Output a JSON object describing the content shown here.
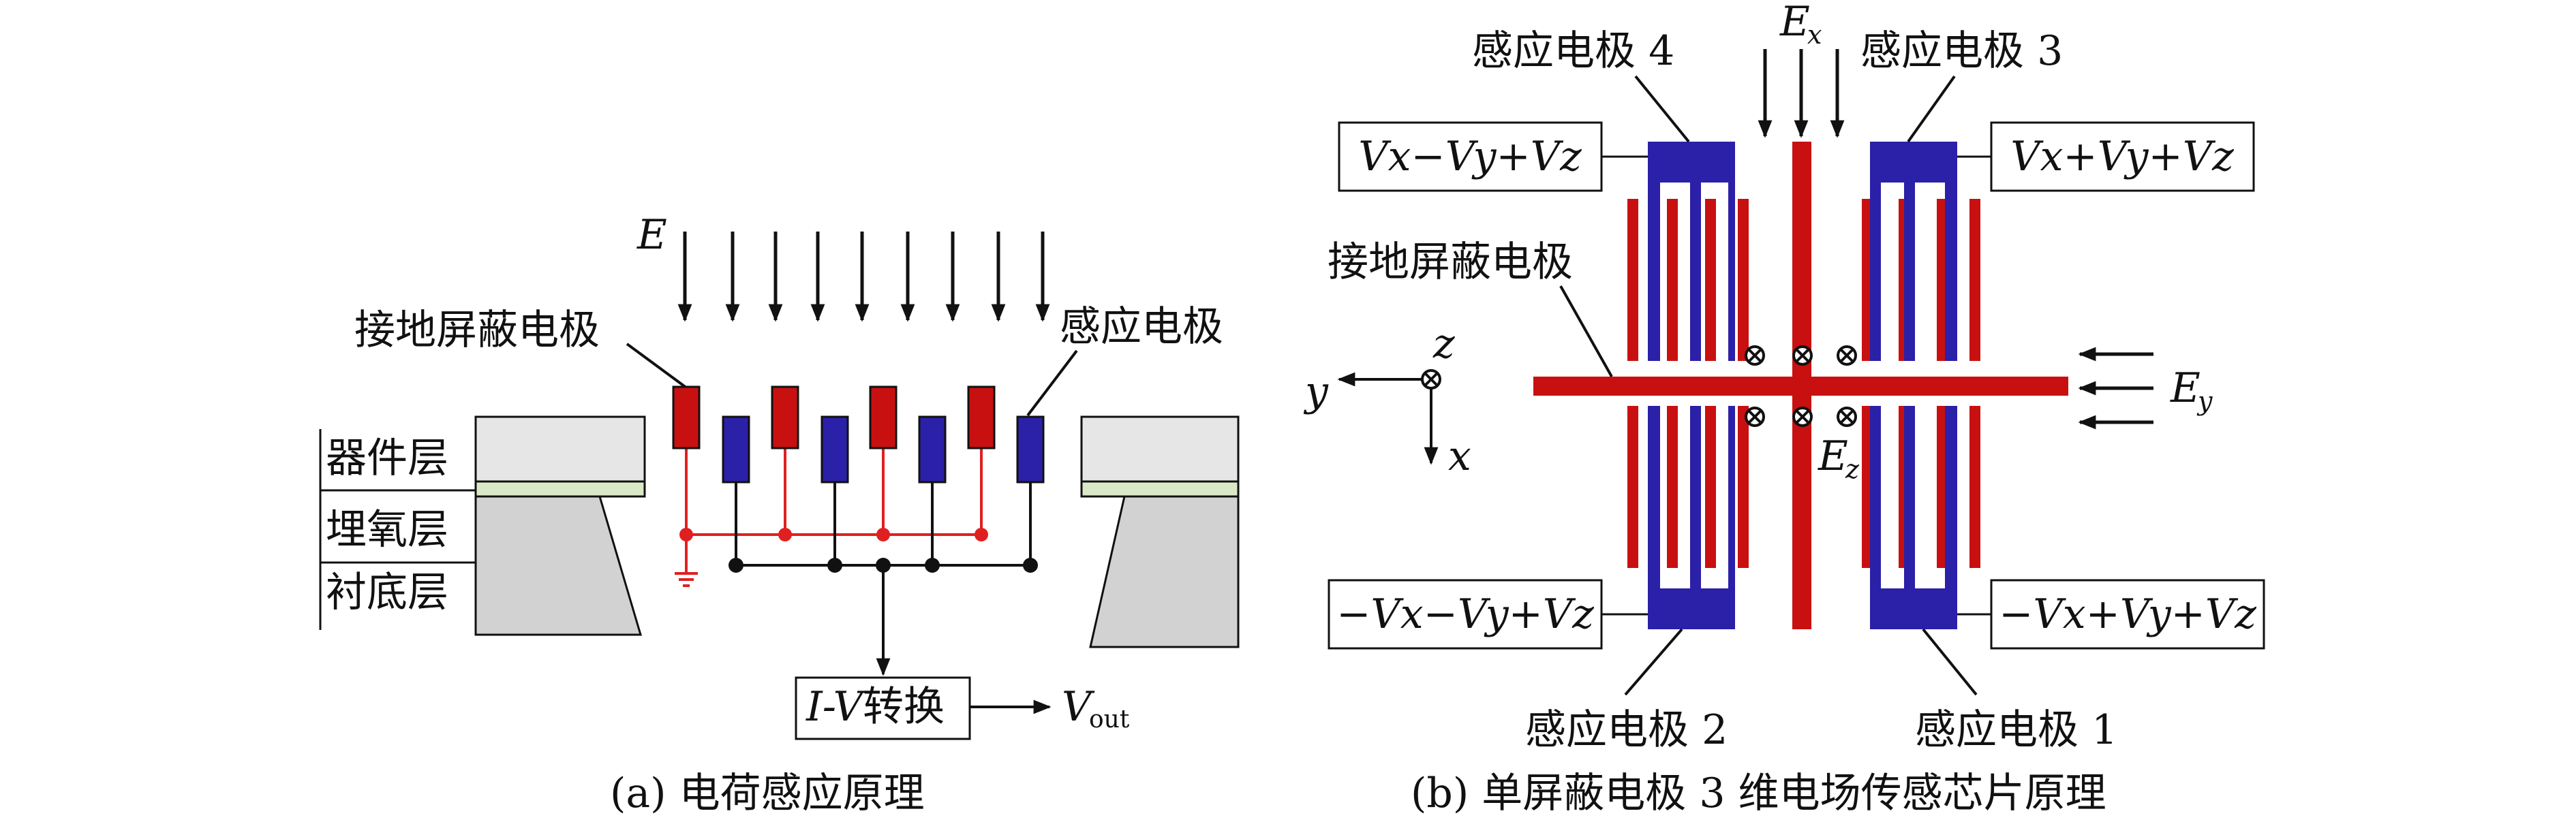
{
  "panel_a": {
    "field_label": "E",
    "ground_shield_label": "接地屏蔽电极",
    "sensing_label": "感应电极",
    "layers": [
      "器件层",
      "埋氧层",
      "衬底层"
    ],
    "converter": {
      "prefix": "I-V",
      "suffix": "转换"
    },
    "output": {
      "main": "V",
      "sub": "out"
    },
    "caption": "(a) 电荷感应原理"
  },
  "panel_b": {
    "ex": {
      "main": "E",
      "sub": "x"
    },
    "ey": {
      "main": "E",
      "sub": "y"
    },
    "ez": {
      "main": "E",
      "sub": "z"
    },
    "ground_shield_label": "接地屏蔽电极",
    "electrodes": [
      "感应电极 1",
      "感应电极 2",
      "感应电极 3",
      "感应电极 4"
    ],
    "axes": {
      "y": "y",
      "z": "z",
      "x": "x"
    },
    "box_labels": {
      "top_left": "Vx−Vy+Vz",
      "top_right": "Vx+Vy+Vz",
      "bottom_left": "−Vx−Vy+Vz",
      "bottom_right": "−Vx+Vy+Vz"
    },
    "caption": "(b) 单屏蔽电极 3 维电场传感芯片原理"
  },
  "colors": {
    "red": "#c81010",
    "blue": "#2b20a8",
    "layer_light": "#e6e6e6",
    "layer_green": "#dbe8c8",
    "substrate": "#d2d2d2"
  }
}
